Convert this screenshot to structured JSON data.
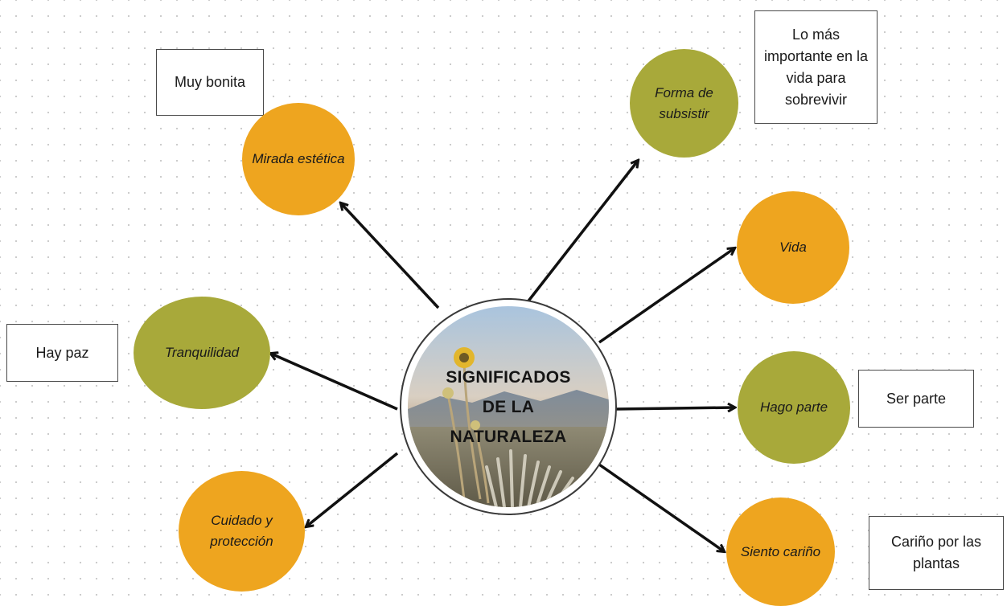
{
  "center": {
    "title": "SIGNIFICADOS DE LA NATURALEZA"
  },
  "nodes": [
    {
      "id": "mirada",
      "label": "Mirada estética",
      "color": "#eea51f",
      "note": "Muy bonita"
    },
    {
      "id": "forma",
      "label": "Forma de subsistir",
      "color": "#a8a93a",
      "note": "Lo más importante en la vida para sobrevivir"
    },
    {
      "id": "vida",
      "label": "Vida",
      "color": "#eea51f"
    },
    {
      "id": "tranquilidad",
      "label": "Tranquilidad",
      "color": "#a8a93a",
      "note": "Hay paz"
    },
    {
      "id": "hago",
      "label": "Hago parte",
      "color": "#a8a93a",
      "note": "Ser parte"
    },
    {
      "id": "cuidado",
      "label": "Cuidado y protección",
      "color": "#eea51f"
    },
    {
      "id": "siento",
      "label": "Siento cariño",
      "color": "#eea51f",
      "note": "Cariño por las plantas"
    }
  ],
  "colors": {
    "orange": "#eea51f",
    "olive": "#a8a93a",
    "arrow": "#111111",
    "note_border": "#4a4a4a"
  }
}
